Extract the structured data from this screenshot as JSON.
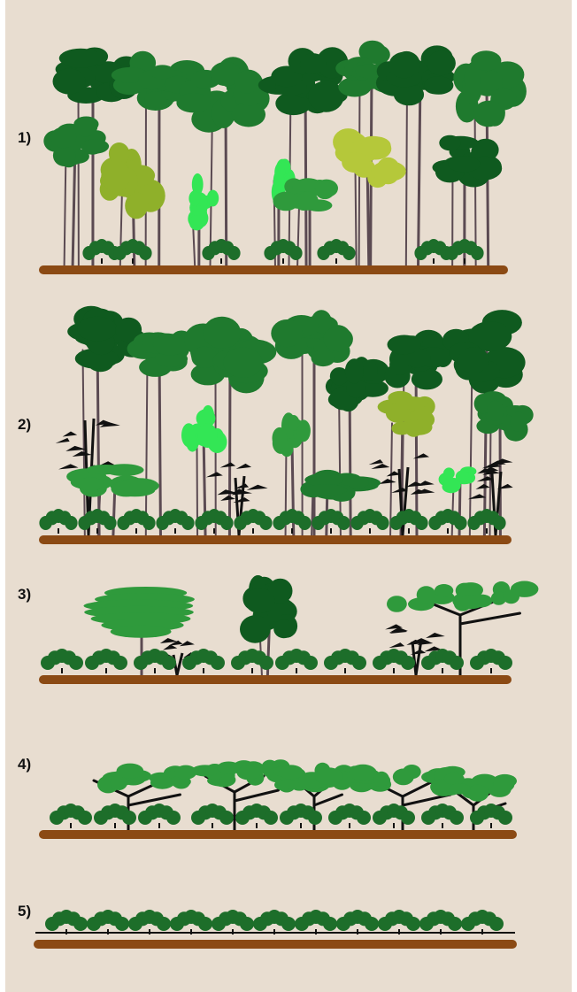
{
  "colors": {
    "background": "#e8ddd0",
    "ground": "#8b4a14",
    "ground_dark": "#6e3a0e",
    "canopy_dark": "#0f5a1f",
    "canopy_mid": "#1f7a2e",
    "canopy_light": "#2f9a3c",
    "bright_green": "#33e655",
    "olive": "#8fb02a",
    "olive_light": "#b5c83a",
    "trunk": "#5b4a52",
    "shrub": "#1d6e2a",
    "silhouette": "#111111"
  },
  "strata": [
    {
      "label": "1)"
    },
    {
      "label": "2)"
    },
    {
      "label": "3)"
    },
    {
      "label": "4)"
    },
    {
      "label": "5)"
    }
  ]
}
